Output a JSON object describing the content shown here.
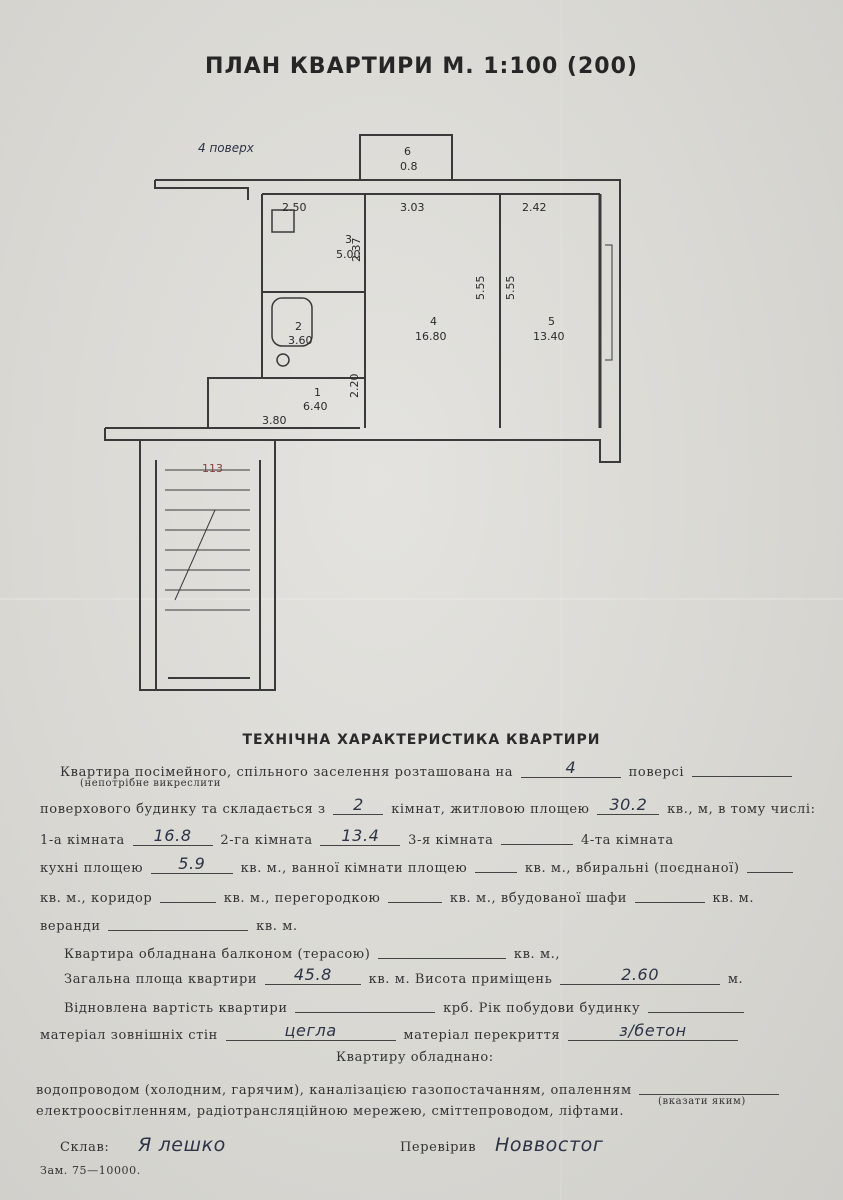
{
  "header": {
    "title": "ПЛАН КВАРТИРИ М. 1:100 (200)"
  },
  "plan": {
    "floor_note": "4 поверх",
    "stair_label": "113",
    "rooms": [
      {
        "num": "1",
        "area": "6.40"
      },
      {
        "num": "3",
        "area": "5.00"
      },
      {
        "num": "2",
        "area": "3.60"
      },
      {
        "num": "4",
        "area": "16.80"
      },
      {
        "num": "5",
        "area": "13.40"
      },
      {
        "num": "6",
        "area": "0.8"
      }
    ],
    "dims": {
      "d_250": "2.50",
      "d_303": "3.03",
      "d_242": "2.42",
      "d_380": "3.80",
      "d_555": "5.55",
      "d_555b": "5.55",
      "d_220": "2.20",
      "d_237": "2.37"
    }
  },
  "tech": {
    "title": "ТЕХНІЧНА ХАРАКТЕРИСТИКА КВАРТИРИ",
    "l1_a": "Квартира посімейного, спільного заселення розташована на",
    "l1_note": "(непотрібне викреслити",
    "l1_floor": "4",
    "l1_b": "поверсі",
    "l2_a": "поверхового будинку та складається з",
    "l2_rooms": "2",
    "l2_b": "кімнат, житловою площею",
    "l2_living": "30.2",
    "l2_c": "кв., м, в тому числі:",
    "l3_r1_label": "1-а кімната",
    "l3_r1": "16.8",
    "l3_r2_label": "2-га кімната",
    "l3_r2": "13.4",
    "l3_r3_label": "3-я кімната",
    "l3_r4_label": "4-та кімната",
    "l4_a": "кухні площею",
    "l4_kitchen": "5.9",
    "l4_b": "кв. м., ванної кімнати площею",
    "l4_c": "кв. м., вбиральні (поєднаної)",
    "l5_a": "кв. м., коридор",
    "l5_b": "кв. м., перегородкою",
    "l5_c": "кв. м., вбудованої шафи",
    "l5_d": "кв. м.",
    "l6_a": "веранди",
    "l6_b": "кв. м.",
    "l7_a": "Квартира обладнана балконом (терасою)",
    "l7_b": "кв. м.,",
    "l8_a": "Загальна площа квартири",
    "l8_total": "45.8",
    "l8_b": "кв. м. Висота приміщень",
    "l8_height": "2.60",
    "l8_c": "м.",
    "l9_a": "Відновлена вартість квартири",
    "l9_b": "крб. Рік побудови будинку",
    "l10_a": "матеріал зовнішніх стін",
    "l10_walls": "цегла",
    "l10_b": "матеріал перекриття",
    "l10_floor": "з/бетон",
    "l11": "Квартиру обладнано:",
    "l12_a": "водопроводом (холодним, гарячим), каналізацією газопостачанням, опаленням",
    "l12_note": "(вказати яким)",
    "l13": "електроосвітленням, радіотрансляційною мережею, сміттепроводом, ліфтами.",
    "compiled_label": "Склав:",
    "compiled_by": "Я лешко",
    "checked_label": "Перевірив",
    "checked_by": "Новвостог",
    "order": "Зам. 75—10000."
  }
}
